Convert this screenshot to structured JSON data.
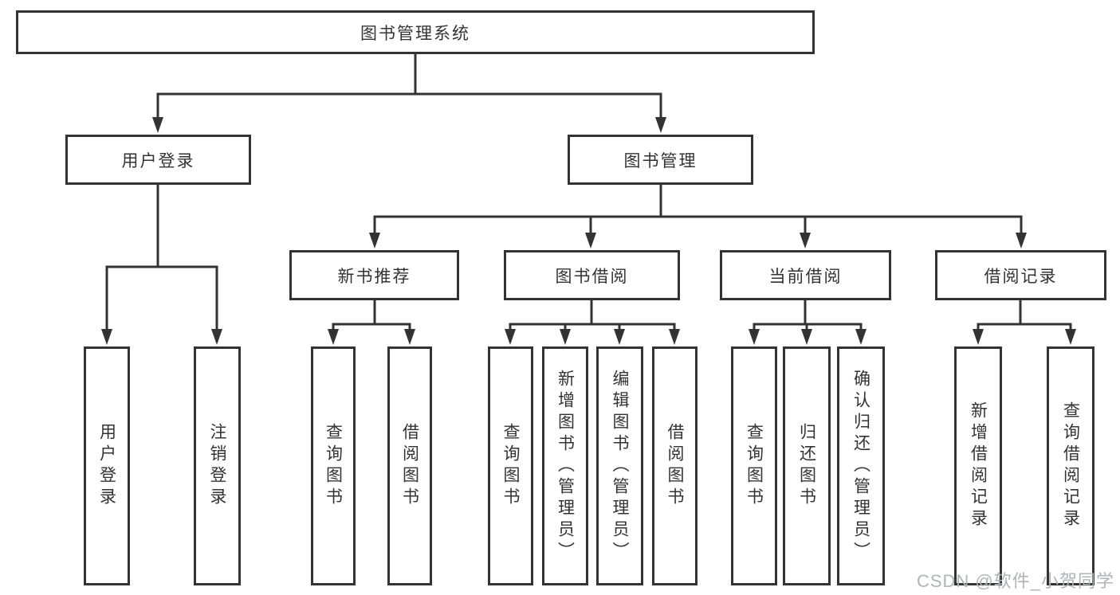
{
  "tree": {
    "label": "图书管理系统",
    "children": [
      {
        "label": "用户登录",
        "children": [
          {
            "label": "用户登录"
          },
          {
            "label": "注销登录"
          }
        ]
      },
      {
        "label": "图书管理",
        "children": [
          {
            "label": "新书推荐",
            "children": [
              {
                "label": "查询图书"
              },
              {
                "label": "借阅图书"
              }
            ]
          },
          {
            "label": "图书借阅",
            "children": [
              {
                "label": "查询图书"
              },
              {
                "label": "新增图书（管理员）"
              },
              {
                "label": "编辑图书（管理员）"
              },
              {
                "label": "借阅图书"
              }
            ]
          },
          {
            "label": "当前借阅",
            "children": [
              {
                "label": "查询图书"
              },
              {
                "label": "归还图书"
              },
              {
                "label": "确认归还（管理员）"
              }
            ]
          },
          {
            "label": "借阅记录",
            "children": [
              {
                "label": "新增借阅记录"
              },
              {
                "label": "查询借阅记录"
              }
            ]
          }
        ]
      }
    ]
  },
  "watermark": {
    "text": "CSDN @软件_小贺同学"
  },
  "colors": {
    "line": "#333333",
    "text": "#333333",
    "box_background": "#ffffff",
    "page_background": "#ffffff",
    "watermark": "#b0b3b8"
  }
}
